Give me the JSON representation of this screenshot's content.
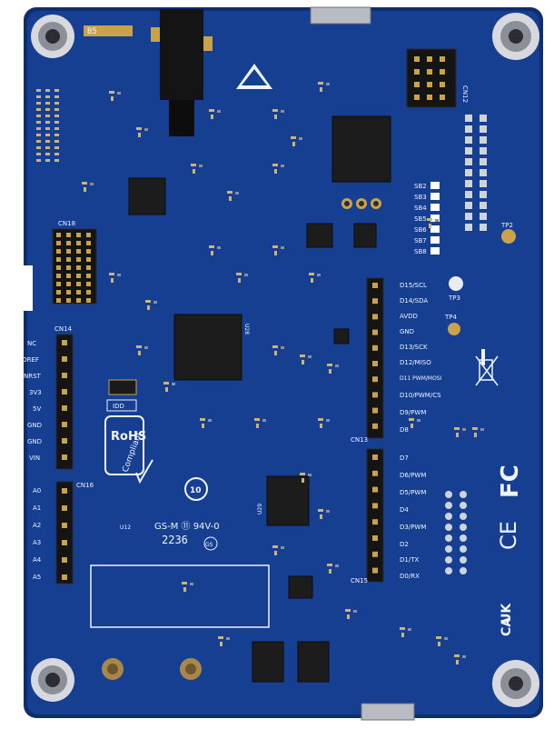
{
  "board": {
    "top_label": "B5",
    "rohs_line1": "RoHS",
    "rohs_line2": "Compliant",
    "ul_mark": "GS-M ⑪ 94V-0",
    "date_code": "2236",
    "gs_mark": "GS",
    "fc_mark": "FC",
    "ce_mark": "CE",
    "ukca_line1": "UK",
    "ukca_line2": "CA",
    "cn14_title": "CN14",
    "cn16_title": "CN16",
    "cn13_title": "CN13",
    "cn15_title": "CN15",
    "cn18_title": "CN18",
    "cn12_title": "CN12",
    "u28_label": "U28",
    "u29_label": "U29",
    "u12_label": "U12",
    "tp2_label": "TP2",
    "tp3_label": "TP3",
    "tp4_label": "TP4",
    "idd_label": "IDD",
    "colors": {
      "pcb": "#173f91",
      "pcb_edge": "#0f2e6e",
      "silkscreen": "#eef3ff",
      "gold": "#c9a24b",
      "chip": "#1c1c1c"
    }
  },
  "left_power_header": [
    "NC",
    "IOREF",
    "NRST",
    "3V3",
    "5V",
    "GND",
    "GND",
    "VIN"
  ],
  "left_analog_header": [
    "A0",
    "A1",
    "A2",
    "A3",
    "A4",
    "A5"
  ],
  "right_digital_top": [
    "D15/SCL",
    "D14/SDA",
    "AVDD",
    "GND",
    "D13/SCK",
    "D12/MISO",
    "D11 PWM/MOSI",
    "D10/PWM/CS",
    "D9/PWM",
    "D8"
  ],
  "right_digital_bottom": [
    "D7",
    "D6/PWM",
    "D5/PWM",
    "D4",
    "D3/PWM",
    "D2",
    "D1/TX",
    "D0/RX"
  ],
  "solder_bridges": [
    "SB2",
    "SB3",
    "SB4",
    "SB5",
    "SB6",
    "SB7",
    "SB8"
  ]
}
